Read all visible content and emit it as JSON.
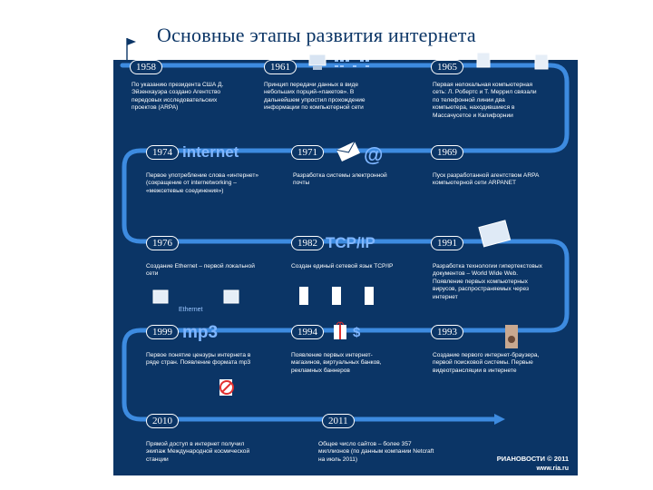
{
  "title": "Основные этапы развития интернета",
  "milestones": [
    {
      "year": "1958",
      "text": "По указанию президента США Д. Эйзенхауэра создано Агентство передовых исследовательских проектов (ARPA)"
    },
    {
      "year": "1961",
      "text": "Принцип передачи данных в виде небольших порций-«пакетов». В дальнейшем упростил прохождение информации по компьютерной сети"
    },
    {
      "year": "1965",
      "text": "Первая нелокальная компьютерная сеть: Л. Робертс и Т. Меррил связали по телефонной линии два компьютера, находившиеся в Массачусетсе и Калифорнии"
    },
    {
      "year": "1974",
      "text": "Первое употребление слова «интернет» (сокращение от internetworking – «межсетевые соединения»)",
      "big": "internet"
    },
    {
      "year": "1971",
      "text": "Разработка системы электронной почты",
      "big": "@"
    },
    {
      "year": "1969",
      "text": "Пуск разработанной агентством ARPA компьютерной сети ARPANET"
    },
    {
      "year": "1976",
      "text": "Создание Ethernet – первой локальной сети",
      "label": "Ethernet"
    },
    {
      "year": "1982",
      "text": "Создан единый сетевой язык TCP/IP",
      "big": "TCP/IP"
    },
    {
      "year": "1991",
      "text": "Разработка технологии гипертекстовых документов – World Wide Web. Появление первых компьютерных вирусов, распространяемых через интернет"
    },
    {
      "year": "1999",
      "text": "Первое понятие цензуры интернета в ряде стран. Появление формата mp3",
      "big": "mp3"
    },
    {
      "year": "1994",
      "text": "Появление первых интернет-магазинов, виртуальных банков, рекламных баннеров",
      "big": "$"
    },
    {
      "year": "1993",
      "text": "Создание первого интернет-браузера, первой поисковой системы. Первые видеотрансляции в интернете"
    },
    {
      "year": "2010",
      "text": "Прямой доступ в интернет получил экипаж Международной космической станции"
    },
    {
      "year": "2011",
      "text": "Общее число сайтов – более 357 миллионов (по данным компании Netcraft на июль 2011)"
    }
  ],
  "credit": "РИАНОВОСТИ © 2011",
  "site": "www.ria.ru",
  "colors": {
    "background": "#0b3566",
    "road": "#3d8be0",
    "accent": "#7fb6ff"
  }
}
